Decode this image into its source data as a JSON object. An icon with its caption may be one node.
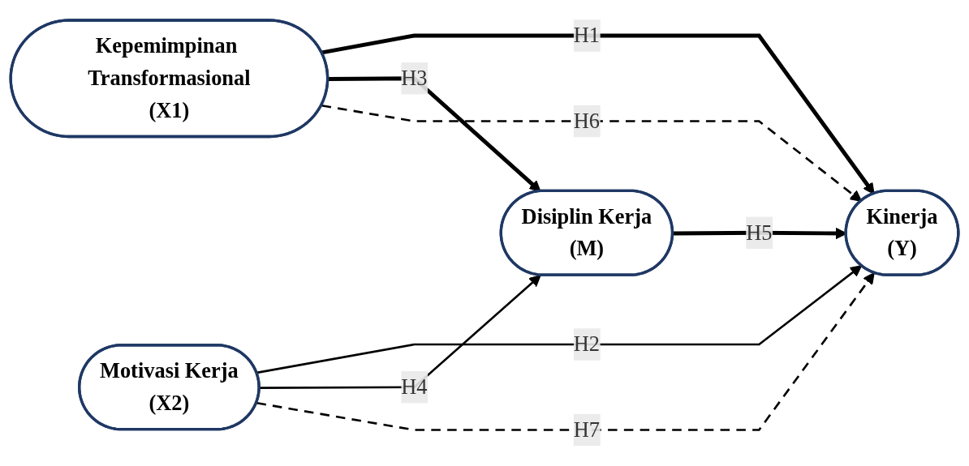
{
  "diagram": {
    "nodes": [
      {
        "text": [
          "Kepemimpinan Transformasional",
          "(X1)"
        ]
      },
      {
        "text": [
          "Disiplin Kerja",
          "(M)"
        ]
      },
      {
        "text": [
          "Kinerja",
          "(Y)"
        ]
      },
      {
        "text": [
          "Motivasi Kerja",
          "(X2)"
        ]
      }
    ],
    "edges": [
      {
        "from": 0,
        "to": 2,
        "arrow": "to",
        "label": "H1",
        "style": "thick"
      },
      {
        "from": 3,
        "to": 2,
        "arrow": "to",
        "label": "H2"
      },
      {
        "from": 0,
        "to": 1,
        "arrow": "to",
        "label": "H3",
        "style": "thick"
      },
      {
        "from": 3,
        "to": 1,
        "arrow": "to",
        "label": "H4"
      },
      {
        "from": 1,
        "to": 2,
        "arrow": "to",
        "label": "H5",
        "style": "thick"
      },
      {
        "from": 0,
        "to": 2,
        "arrow": "to",
        "label": "H6",
        "style": "dashed"
      },
      {
        "from": 3,
        "to": 2,
        "arrow": "to",
        "label": "H7",
        "style": "dashed"
      }
    ]
  }
}
